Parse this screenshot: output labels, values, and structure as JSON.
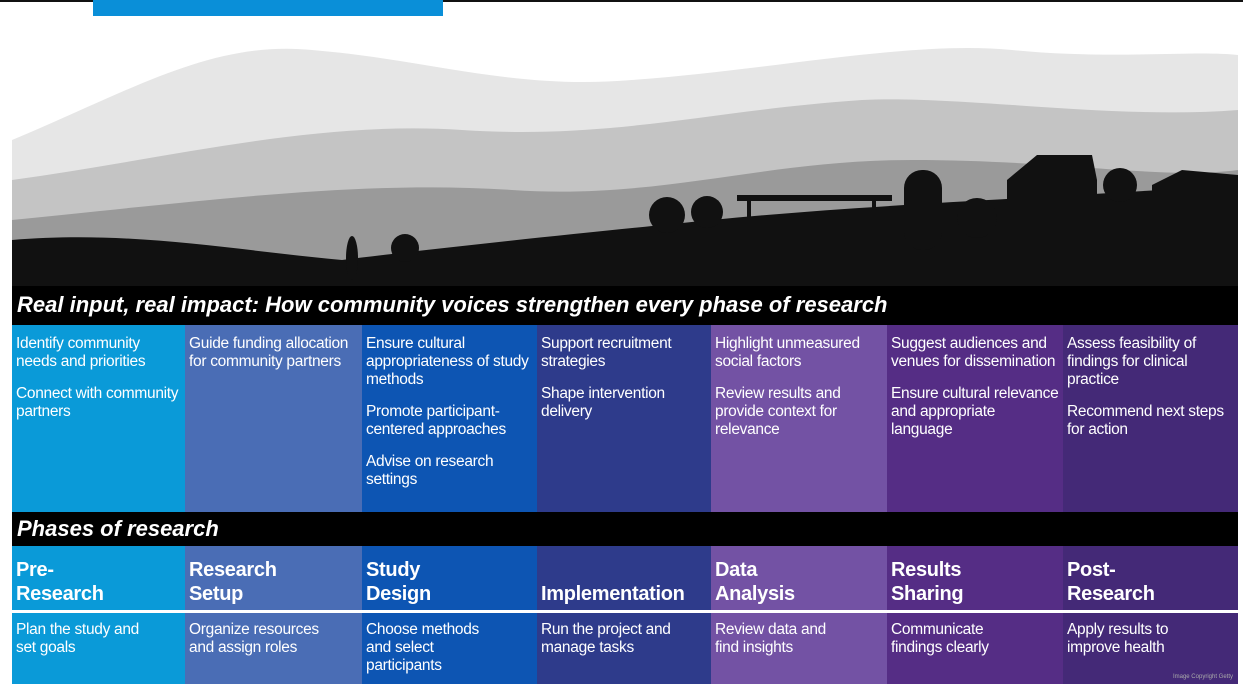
{
  "title": "Real input, real impact:  How community voices strengthen every phase of research",
  "phases_label": "Phases of research",
  "columns": [
    {
      "inputs": [
        "Identify community needs and priorities",
        "Connect with community partners"
      ],
      "phase": "Pre-Research",
      "desc": "Plan the study and set goals"
    },
    {
      "inputs": [
        "Guide funding allocation for community partners"
      ],
      "phase": "Research Setup",
      "desc": "Organize resources and assign roles"
    },
    {
      "inputs": [
        "Ensure cultural appropriateness of study methods",
        "Promote participant-centered approaches",
        "Advise on research settings"
      ],
      "phase": "Study Design",
      "desc": "Choose methods and select participants"
    },
    {
      "inputs": [
        "Support recruitment strategies",
        "Shape intervention delivery"
      ],
      "phase": "Implementation",
      "desc": "Run the project and manage tasks"
    },
    {
      "inputs": [
        "Highlight unmeasured social factors",
        "Review results and provide context for relevance"
      ],
      "phase": "Data Analysis",
      "desc": "Review data and find insights"
    },
    {
      "inputs": [
        "Suggest audiences and venues for dissemination",
        "Ensure cultural relevance and appropriate language"
      ],
      "phase": "Results Sharing",
      "desc": "Communicate findings clearly"
    },
    {
      "inputs": [
        "Assess feasibility of findings for clinical practice",
        "Recommend next steps for action"
      ],
      "phase": "Post-Research",
      "desc": "Apply results to improve health"
    }
  ],
  "copyright": "Image Copyright Getty"
}
